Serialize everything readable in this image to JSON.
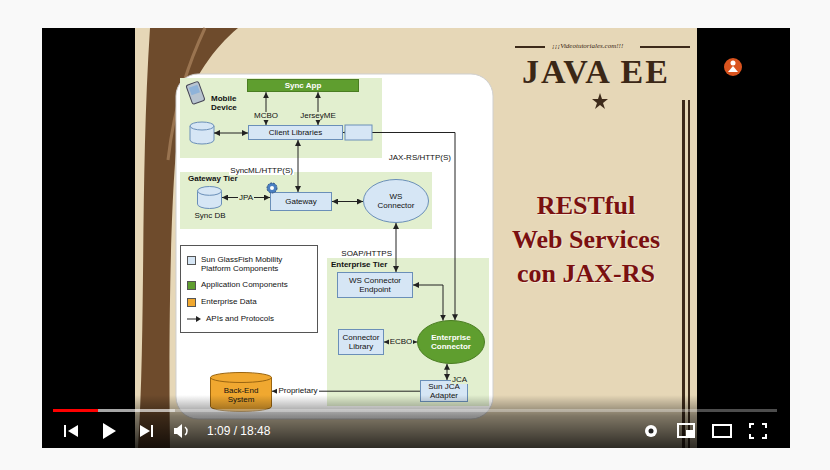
{
  "diagram": {
    "title": "RESTful Web Services con JAX-RS",
    "nodes": [
      {
        "text": [
          "Mobile Device"
        ]
      },
      {
        "text": [
          "Sync App"
        ],
        "in": 0
      },
      {
        "text": [
          "Client Libraries"
        ],
        "in": 0
      },
      {
        "text": [
          "Gateway Tier"
        ]
      },
      {
        "text": [
          "Sync DB"
        ],
        "in": 3
      },
      {
        "text": [
          "Gateway"
        ],
        "in": 3
      },
      {
        "text": [
          "WS Connector"
        ],
        "in": 3
      },
      {
        "text": [
          "Enterprise Tier"
        ]
      },
      {
        "text": [
          "WS Connector Endpoint"
        ],
        "in": 7
      },
      {
        "text": [
          "Connector Library"
        ],
        "in": 7
      },
      {
        "text": [
          "Enterprise Connector"
        ],
        "in": 7
      },
      {
        "text": [
          "Sun JCA Adapter"
        ],
        "in": 7
      },
      {
        "text": [
          "Back-End System"
        ]
      }
    ],
    "edges": [
      {
        "from": 1,
        "to": 2,
        "label": "MCBO",
        "arrow": "both"
      },
      {
        "from": 1,
        "to": 2,
        "label": "JerseyME",
        "arrow": "both"
      },
      {
        "from": 2,
        "to": 5,
        "label": "SyncML/HTTP(S)",
        "arrow": "both"
      },
      {
        "from": 2,
        "to": 10,
        "label": "JAX-RS/HTTP(S)",
        "arrow": "both"
      },
      {
        "from": 4,
        "to": 5,
        "label": "JPA",
        "arrow": "both"
      },
      {
        "from": 5,
        "to": 6,
        "arrow": "both"
      },
      {
        "from": 6,
        "to": 8,
        "label": "SOAP/HTTPS",
        "arrow": "both"
      },
      {
        "from": 8,
        "to": 10,
        "arrow": "both"
      },
      {
        "from": 9,
        "to": 10,
        "label": "ECBO",
        "arrow": "both"
      },
      {
        "from": 10,
        "to": 11,
        "label": "JCA",
        "arrow": "both"
      },
      {
        "from": 11,
        "to": 12,
        "label": "Proprietary",
        "arrow": "to"
      }
    ],
    "labels": [
      "JAVA EE",
      "¡¡¡Videotutoriales.com!!!",
      "1:09 / 18:48"
    ],
    "legend": [
      {
        "text": "Sun GlassFish Mobility Platform Components",
        "color": "#d6e6f5"
      },
      {
        "text": "Application Components",
        "color": "#5f9e2f"
      },
      {
        "text": "Enterprise Data",
        "color": "#f0a830"
      },
      {
        "text": "APIs and Protocols"
      }
    ]
  }
}
